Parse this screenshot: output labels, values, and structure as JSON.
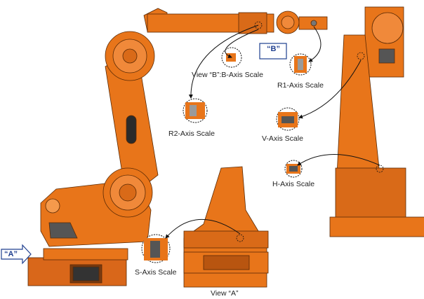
{
  "labels": {
    "view_b": "View “B”:B-Axis Scale",
    "r1": "R1-Axis Scale",
    "r2": "R2-Axis Scale",
    "v": "V-Axis Scale",
    "h": "H-Axis Scale",
    "s": "S-Axis Scale",
    "view_a": "View “A”",
    "marker_b": "“B”",
    "marker_a": "“A”"
  },
  "colors": {
    "robot": "#e8751a",
    "robot_dark": "#b85510",
    "robot_light": "#f59a4c",
    "outline": "#5a2a05",
    "marker": "#1f3f8f",
    "leader": "#111111",
    "scale_gray": "#9a9a9a"
  }
}
